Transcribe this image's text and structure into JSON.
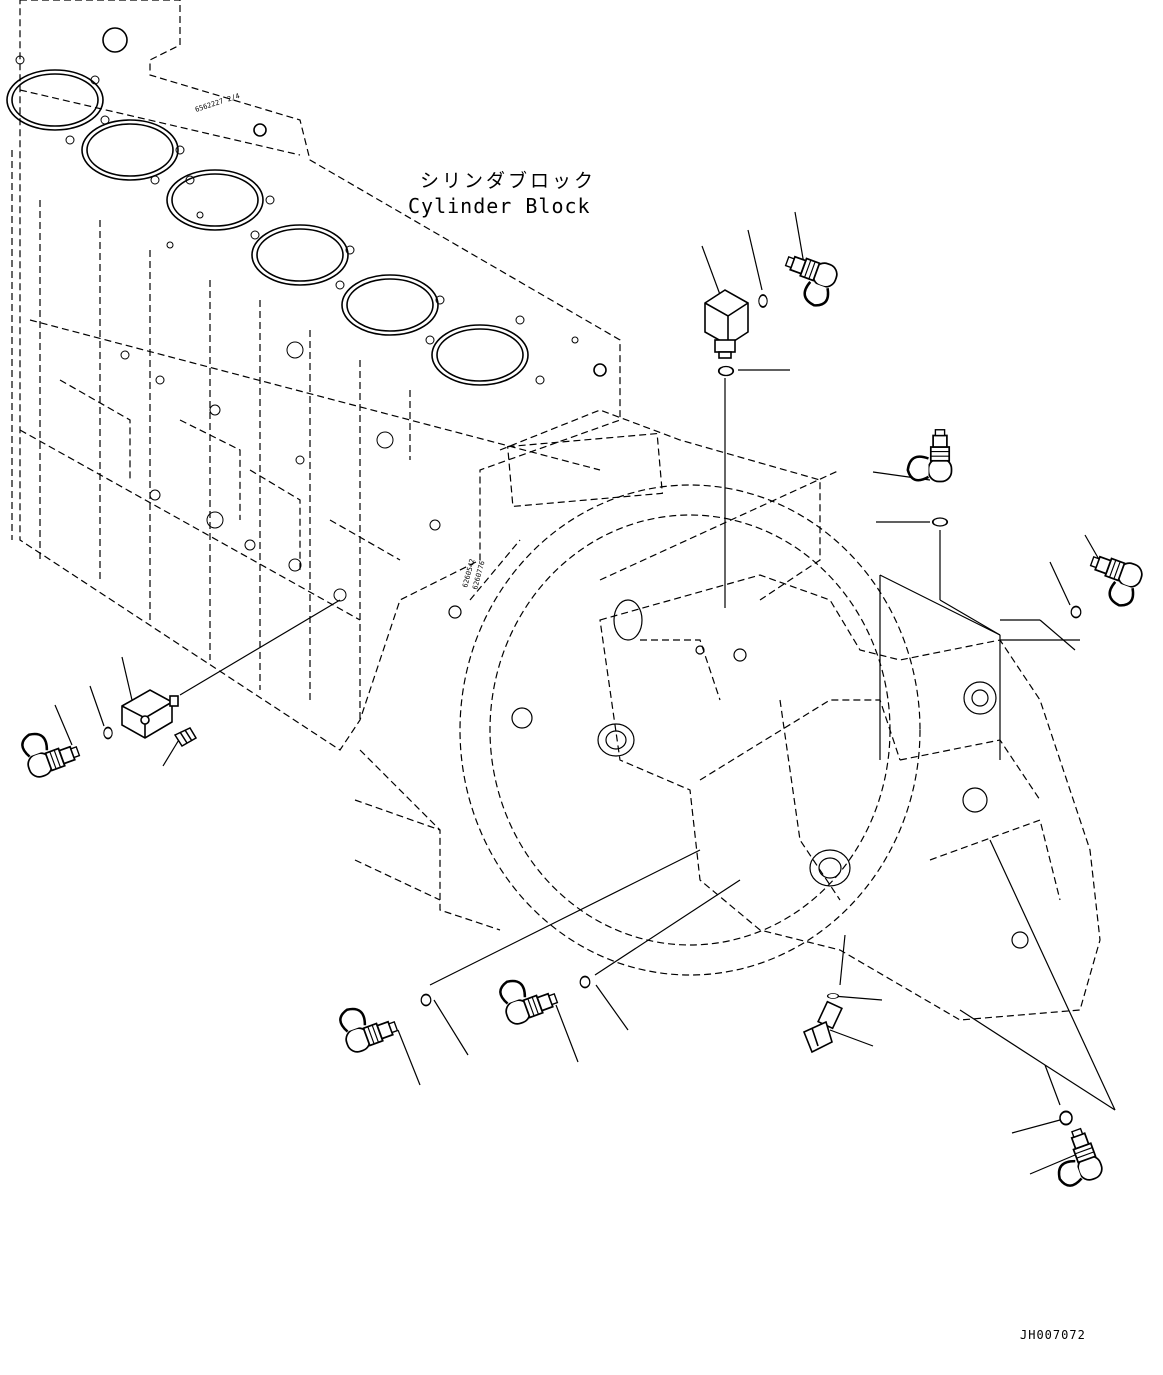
{
  "labels": {
    "cylinder_block_jp": "シリンダブロック",
    "cylinder_block_en": "Cylinder Block",
    "drawing_id": "JH007072"
  },
  "stamps": {
    "block_part_no": "6562227 2/4",
    "housing_serial_1": "6260542",
    "housing_serial_2": "6260776"
  }
}
